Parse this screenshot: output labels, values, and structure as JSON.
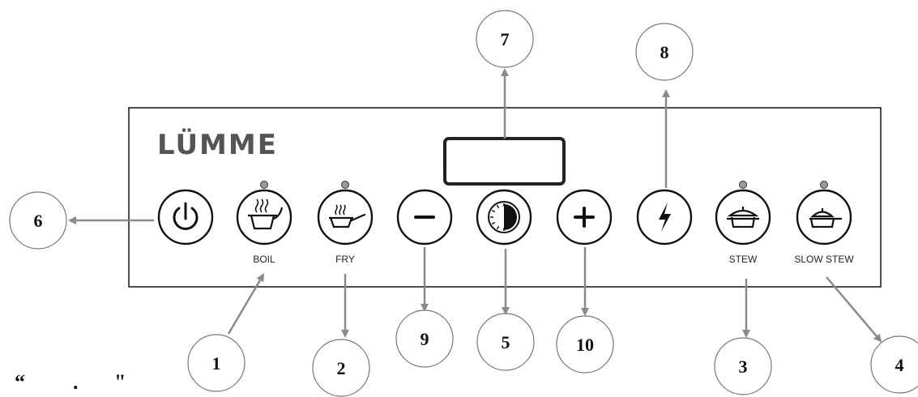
{
  "panel": {
    "brand": "LÜMME",
    "display_text": ""
  },
  "buttons": [
    {
      "id": "power",
      "icon": "power-icon",
      "label": "",
      "indicator": false
    },
    {
      "id": "boil",
      "icon": "boil-pot-icon",
      "label": "BOIL",
      "indicator": true
    },
    {
      "id": "fry",
      "icon": "frying-pan-icon",
      "label": "FRY",
      "indicator": true
    },
    {
      "id": "minus",
      "icon": "minus-icon",
      "label": "",
      "indicator": false
    },
    {
      "id": "timer",
      "icon": "timer-icon",
      "label": "",
      "indicator": false
    },
    {
      "id": "plus",
      "icon": "plus-icon",
      "label": "",
      "indicator": false
    },
    {
      "id": "boost",
      "icon": "lightning-icon",
      "label": "",
      "indicator": false
    },
    {
      "id": "stew",
      "icon": "stew-pot-icon",
      "label": "STEW",
      "indicator": true
    },
    {
      "id": "slow-stew",
      "icon": "slow-stew-pan-icon",
      "label": "SLOW STEW",
      "indicator": true
    }
  ],
  "callouts": [
    {
      "number": "1",
      "target": "boil"
    },
    {
      "number": "2",
      "target": "fry"
    },
    {
      "number": "3",
      "target": "stew"
    },
    {
      "number": "4",
      "target": "slow-stew"
    },
    {
      "number": "5",
      "target": "timer"
    },
    {
      "number": "6",
      "target": "power"
    },
    {
      "number": "7",
      "target": "display"
    },
    {
      "number": "8",
      "target": "boost"
    },
    {
      "number": "9",
      "target": "minus"
    },
    {
      "number": "10",
      "target": "plus"
    }
  ],
  "footer_glyphs": [
    "“",
    ".",
    "\""
  ],
  "colors": {
    "panel_stroke": "#111111",
    "arrow": "#8a8a8a",
    "brand": "#555555",
    "indicator": "#9a9a9a"
  }
}
